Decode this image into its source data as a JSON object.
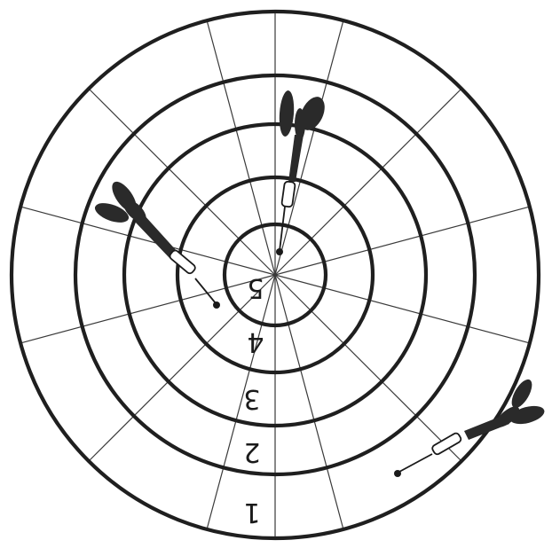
{
  "board": {
    "ring_labels": [
      "1",
      "2",
      "3",
      "4",
      "5"
    ],
    "sectors": 12
  },
  "darts": [
    {
      "name": "dart-center-top",
      "ring": 5
    },
    {
      "name": "dart-upper-left",
      "ring": 4
    },
    {
      "name": "dart-lower-right",
      "ring": 1
    }
  ],
  "colors": {
    "ink": "#1f1f1f",
    "dart": "#2a2a2a",
    "background": "#ffffff"
  }
}
